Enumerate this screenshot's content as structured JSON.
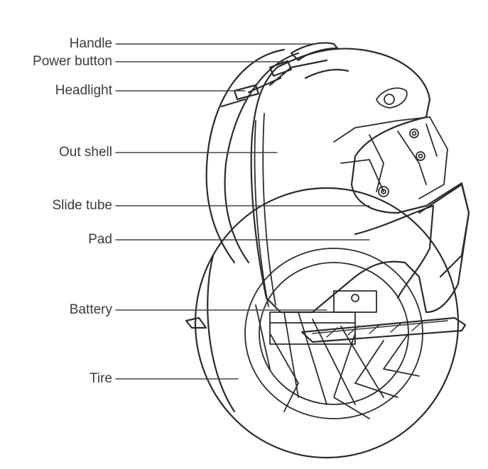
{
  "labels": {
    "handle": "Handle",
    "power_button": "Power button",
    "headlight": "Headlight",
    "out_shell": "Out shell",
    "slide_tube": "Slide tube",
    "pad": "Pad",
    "battery": "Battery",
    "tire": "Tire"
  },
  "colors": {
    "line": "#2b2b2b",
    "leader": "#444444",
    "text": "#3a3a3a",
    "background": "#ffffff"
  }
}
